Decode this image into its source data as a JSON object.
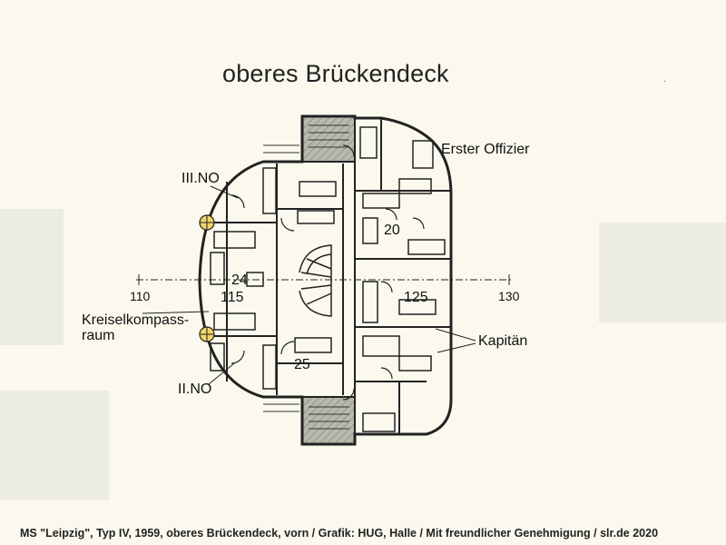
{
  "title": "oberes Brückendeck",
  "labels": {
    "third_officer": "III.NO",
    "first_officer": "Erster Offizier",
    "gyro_line1": "Kreiselkompass-",
    "gyro_line2": "raum",
    "second_officer": "II.NO",
    "captain": "Kapitän"
  },
  "rooms": {
    "r20": "20",
    "r24": "24",
    "r115": "115",
    "r125": "125",
    "r25": "25"
  },
  "frames": {
    "f110": "110",
    "f130": "130"
  },
  "caption": "MS \"Leipzig\", Typ IV, 1959, oberes Brückendeck, vorn / Grafik: HUG, Halle / Mit freundlicher Genehmigung / slr.de 2020",
  "colors": {
    "background": "#fbf9ee",
    "line": "#222222",
    "hatch": "#9a9a90",
    "lamp": "#f2d36b"
  }
}
